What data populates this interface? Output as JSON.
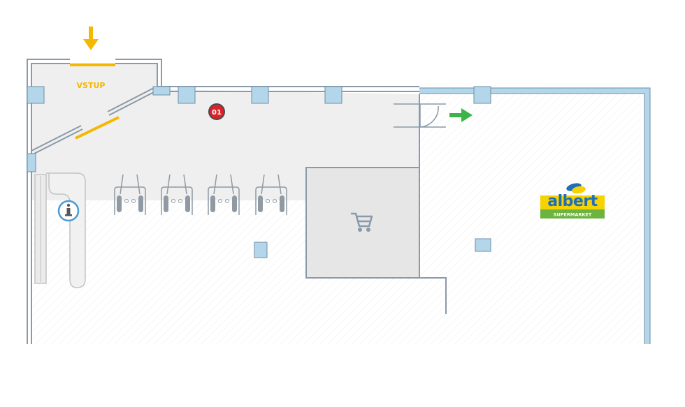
{
  "entrance": {
    "label": "VSTUP"
  },
  "marker": {
    "label": "01"
  },
  "brand": {
    "name": "albert",
    "tagline": "SUPERMARKET"
  },
  "colors": {
    "wall": "#8a9aa8",
    "pillar": "#b4d6ea",
    "pillar_stroke": "#6e8ea4",
    "corridor": "#efefef",
    "store_hatch": "#e6e6e6",
    "entrance_accent": "#f5b800",
    "marker_fill": "#d8232a",
    "exit_arrow": "#3bb54a",
    "info_ring": "#4a9ad0",
    "brand_blue": "#1d6fb8",
    "brand_yellow": "#f5d200",
    "brand_green": "#6cb33f"
  },
  "icons": {
    "entrance": "arrow-down-icon",
    "exit": "arrow-right-icon",
    "info": "info-icon",
    "cart": "shopping-cart-icon",
    "gate": "turnstile-gate-icon"
  }
}
